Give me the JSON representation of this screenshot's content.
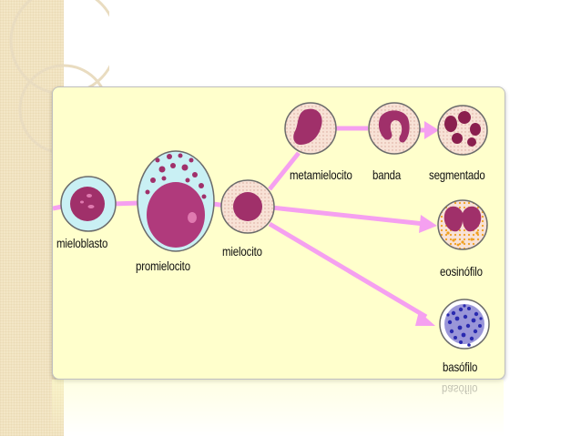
{
  "diagram": {
    "cells": {
      "mieloblasto": "mieloblasto",
      "promielocito": "promielocito",
      "mielocito": "mielocito",
      "metamielocito": "metamielocito",
      "banda": "banda",
      "segmentado": "segmentado",
      "eosinofilo": "eosinófilo",
      "basofilo": "basófilo"
    },
    "reflection_text": "basófilo"
  },
  "colors": {
    "panel_bg": "#ffffcc",
    "arrow": "#f5a0f0",
    "nucleus": "#a0306a",
    "cytoplasm": "#f8e2d6",
    "blast_cytoplasm": "#c9f0f4",
    "eosinophil_granules": "#f0a020",
    "basophil_granules": "#2a2ab0",
    "side_strip": "#f3e6c6"
  }
}
